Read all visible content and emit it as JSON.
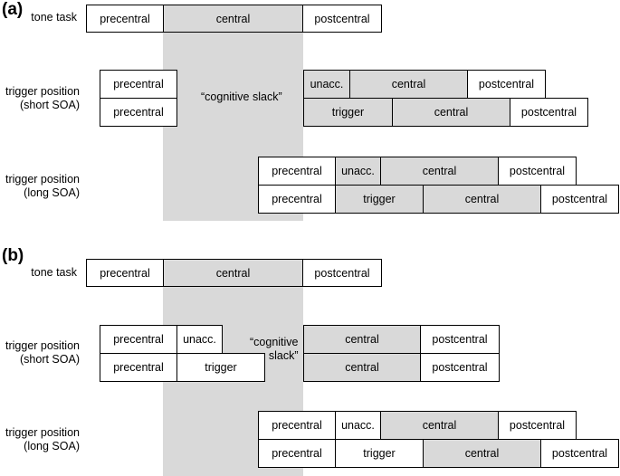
{
  "panels": [
    {
      "label": "(a)",
      "rows": [
        {
          "label": "tone task",
          "segments": [
            "precentral",
            "central",
            "postcentral"
          ]
        },
        {
          "label": [
            "trigger position",
            "(short SOA)"
          ],
          "top": [
            "precentral"
          ],
          "bottom": [
            "precentral"
          ],
          "right_top": [
            "unacc.",
            "central",
            "postcentral"
          ],
          "right_bottom": [
            "trigger",
            "central",
            "postcentral"
          ]
        },
        {
          "label": [
            "trigger position",
            "(long SOA)"
          ],
          "top": [
            "precentral",
            "unacc.",
            "central",
            "postcentral"
          ],
          "bottom": [
            "precentral",
            "trigger",
            "central",
            "postcentral"
          ]
        }
      ],
      "slack_label": "“cognitive slack”"
    },
    {
      "label": "(b)",
      "rows": [
        {
          "label": "tone task",
          "segments": [
            "precentral",
            "central",
            "postcentral"
          ]
        },
        {
          "label": [
            "trigger position",
            "(short SOA)"
          ],
          "top": [
            "precentral",
            "unacc."
          ],
          "bottom": [
            "precentral",
            "trigger"
          ],
          "right_top": [
            "central",
            "postcentral"
          ],
          "right_bottom": [
            "central",
            "postcentral"
          ]
        },
        {
          "label": [
            "trigger position",
            "(long SOA)"
          ],
          "top": [
            "precentral",
            "unacc.",
            "central",
            "postcentral"
          ],
          "bottom": [
            "precentral",
            "trigger",
            "central",
            "postcentral"
          ]
        }
      ],
      "slack_label": [
        "“cognitive",
        "slack”"
      ]
    }
  ],
  "colors": {
    "stage_fill": "#d9d9d9",
    "box_fill": "#ffffff",
    "border": "#000000"
  }
}
